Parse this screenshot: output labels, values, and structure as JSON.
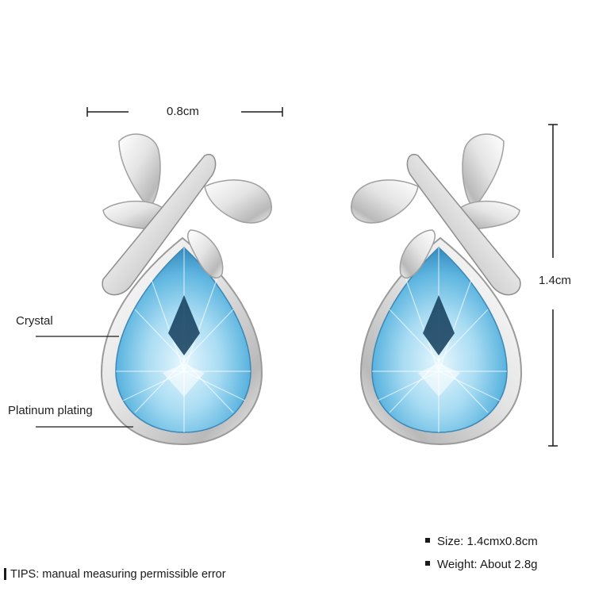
{
  "dimensions": {
    "width_label": "0.8cm",
    "height_label": "1.4cm"
  },
  "callouts": {
    "crystal": "Crystal",
    "plating": "Platinum plating"
  },
  "specs": [
    {
      "label": "Size:",
      "value": "1.4cmx0.8cm"
    },
    {
      "label": "Weight:",
      "value": "About 2.8g"
    }
  ],
  "tips": "TIPS: manual measuring permissible error",
  "colors": {
    "crystal_light": "#d9f1fb",
    "crystal_mid": "#7cc9ea",
    "crystal_dark": "#1f5f86",
    "metal": "#e8e8e8"
  }
}
